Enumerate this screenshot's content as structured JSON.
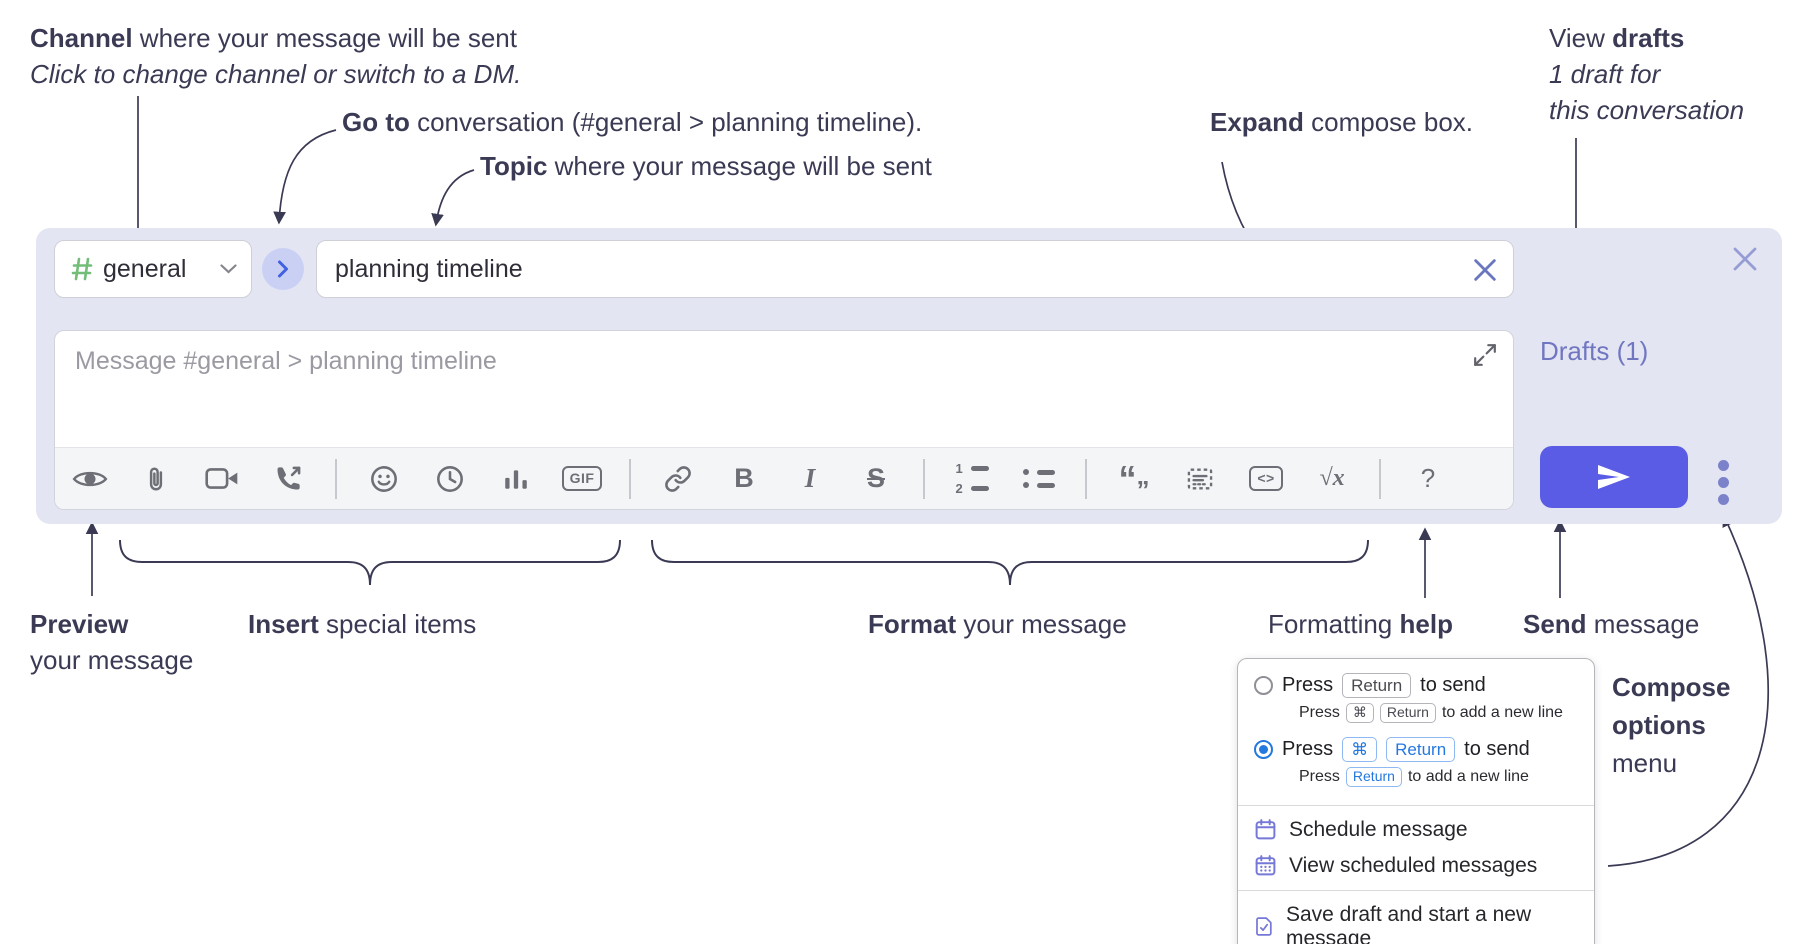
{
  "annotations": {
    "channel_line1_bold": "Channel",
    "channel_line1_rest": " where your message will be sent",
    "channel_line2": "Click to change channel or switch to a DM.",
    "goto_bold": "Go to",
    "goto_rest": " conversation (#general > planning timeline).",
    "topic_bold": "Topic",
    "topic_rest": " where your message will be sent",
    "expand_bold": "Expand",
    "expand_rest": " compose box.",
    "drafts_line1_pre": "View ",
    "drafts_line1_bold": "drafts",
    "drafts_line2": "1 draft for",
    "drafts_line3": "this conversation",
    "preview_bold": "Preview",
    "preview_line2": "your message",
    "insert_bold": "Insert",
    "insert_rest": " special items",
    "format_bold": "Format",
    "format_rest": " your message",
    "help_pre": "Formatting ",
    "help_bold": "help",
    "send_bold": "Send",
    "send_rest": " message",
    "compose_line1": "Compose",
    "compose_line2": "options",
    "compose_line3": "menu"
  },
  "compose": {
    "channel_name": "general",
    "topic_value": "planning timeline",
    "message_placeholder": "Message #general > planning timeline",
    "drafts_link": "Drafts (1)",
    "glyphs": {
      "bold_label": "B",
      "italic_label": "I",
      "strike_label": "S",
      "gif_label": "GIF",
      "code_label": "<>",
      "math_label": "√x",
      "help_label": "?",
      "ol_1": "1",
      "ol_2": "2",
      "quote_open": "“",
      "quote_close": "”"
    },
    "toolbar_icon_names": [
      "preview-eye",
      "attach-file",
      "add-video-call",
      "add-voice-call",
      "emoji",
      "add-global-time",
      "add-poll",
      "add-gif",
      "link",
      "bold",
      "italic",
      "strikethrough",
      "numbered-list",
      "bulleted-list",
      "quote",
      "spoiler",
      "code",
      "math",
      "formatting-help"
    ]
  },
  "popup": {
    "send_options": [
      {
        "selected": false,
        "main": {
          "pre": "Press",
          "keys": [
            "Return"
          ],
          "post": "to send"
        },
        "sub": {
          "pre": "Press",
          "keys": [
            "⌘",
            "Return"
          ],
          "post": "to add a new line"
        }
      },
      {
        "selected": true,
        "main": {
          "pre": "Press",
          "keys": [
            "⌘",
            "Return"
          ],
          "post": "to send"
        },
        "sub": {
          "pre": "Press",
          "keys": [
            "Return"
          ],
          "post": "to add a new line"
        }
      }
    ],
    "menu_items": [
      {
        "icon": "calendar-icon",
        "label": "Schedule message"
      },
      {
        "icon": "calendar-grid-icon",
        "label": "View scheduled messages"
      },
      {
        "icon": "save-draft-icon",
        "label": "Save draft and start a new message"
      }
    ]
  },
  "colors": {
    "panel_bg": "#e3e5f3",
    "send_accent": "#5a5ce6",
    "drafts_link": "#7076c0",
    "hash_green": "#72bd78",
    "annotation": "#3a3a54",
    "icon_gray": "#6e6e76",
    "radio_selected": "#2478e0",
    "popup_icon_purple": "#7578d6"
  }
}
